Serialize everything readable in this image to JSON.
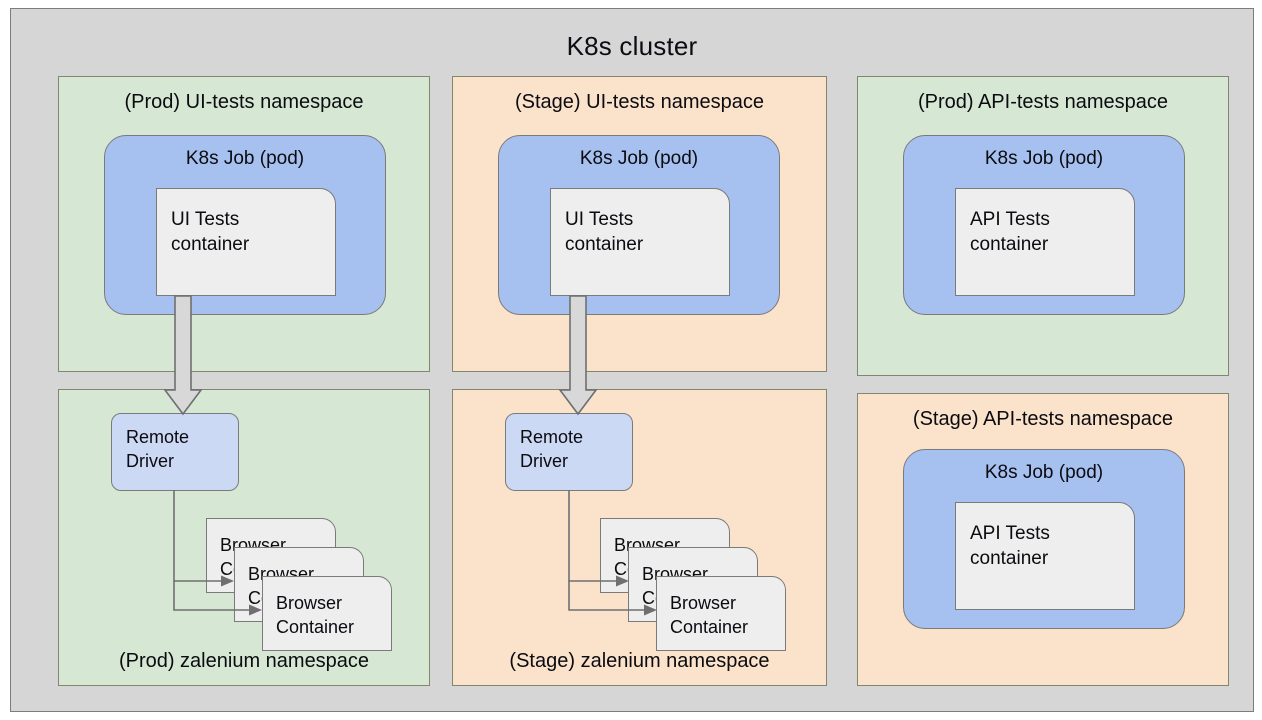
{
  "cluster": {
    "title": "K8s cluster",
    "background_color": "#d6d6d6",
    "border_color": "#7d7d7d"
  },
  "colors": {
    "prod_namespace": "#d6e8d4",
    "stage_namespace": "#fbe2cb",
    "pod_blue": "#a6c1f0",
    "driver_blue": "#ccd9f5",
    "container_gray": "#eeeeee",
    "stroke": "#7a7a7a",
    "arrow_fill": "#d8d8d8",
    "text": "#0b0b10"
  },
  "namespaces": [
    {
      "id": "prod-ui-tests",
      "title": "(Prod) UI-tests namespace",
      "env": "Prod",
      "color": "#d6e8d4",
      "pod": {
        "title": "K8s Job (pod)",
        "container": {
          "line1": "UI Tests",
          "line2": "container"
        }
      }
    },
    {
      "id": "stage-ui-tests",
      "title": "(Stage) UI-tests namespace",
      "env": "Stage",
      "color": "#fbe2cb",
      "pod": {
        "title": "K8s Job (pod)",
        "container": {
          "line1": "UI Tests",
          "line2": "container"
        }
      }
    },
    {
      "id": "prod-api-tests",
      "title": "(Prod) API-tests namespace",
      "env": "Prod",
      "color": "#d6e8d4",
      "pod": {
        "title": "K8s Job (pod)",
        "container": {
          "line1": "API Tests",
          "line2": "container"
        }
      }
    },
    {
      "id": "stage-api-tests",
      "title": "(Stage) API-tests namespace",
      "env": "Stage",
      "color": "#fbe2cb",
      "pod": {
        "title": "K8s Job (pod)",
        "container": {
          "line1": "API Tests",
          "line2": "container"
        }
      }
    },
    {
      "id": "prod-zalenium",
      "title": "(Prod) zalenium namespace",
      "env": "Prod",
      "color": "#d6e8d4",
      "driver": {
        "line1": "Remote",
        "line2": "Driver"
      },
      "browsers": [
        {
          "line1": "Browser",
          "line2": "Container"
        },
        {
          "line1": "Browser",
          "line2": "Container"
        },
        {
          "line1": "Browser",
          "line2": "Container"
        }
      ]
    },
    {
      "id": "stage-zalenium",
      "title": "(Stage) zalenium namespace",
      "env": "Stage",
      "color": "#fbe2cb",
      "driver": {
        "line1": "Remote",
        "line2": "Driver"
      },
      "browsers": [
        {
          "line1": "Browser",
          "line2": "Container"
        },
        {
          "line1": "Browser",
          "line2": "Container"
        },
        {
          "line1": "Browser",
          "line2": "Container"
        }
      ]
    }
  ],
  "connections": [
    {
      "id": "prod-uitests-to-driver",
      "from": "UI Tests container",
      "to": "Remote Driver",
      "style": "block-arrow"
    },
    {
      "id": "stage-uitests-to-driver",
      "from": "UI Tests container",
      "to": "Remote Driver",
      "style": "block-arrow"
    },
    {
      "id": "prod-driver-to-browsers",
      "from": "Remote Driver",
      "to": "Browser Containers",
      "style": "thin-arrow"
    },
    {
      "id": "stage-driver-to-browsers",
      "from": "Remote Driver",
      "to": "Browser Containers",
      "style": "thin-arrow"
    }
  ]
}
